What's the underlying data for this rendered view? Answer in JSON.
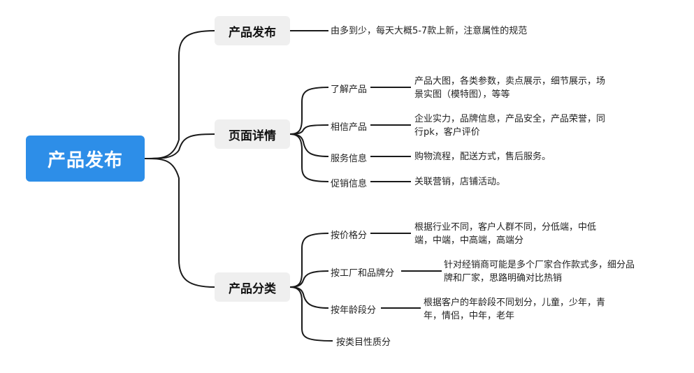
{
  "root": {
    "label": "产品发布"
  },
  "branches": [
    {
      "label": "产品发布",
      "text": "由多到少，每天大概5-7款上新，注意属性的规范"
    },
    {
      "label": "页面详情",
      "children": [
        {
          "label": "了解产品",
          "text": [
            "产品大图，各类参数，卖点展示，细节展示，场",
            "景实图（模特图），等等"
          ]
        },
        {
          "label": "相信产品",
          "text": [
            "企业实力，品牌信息，产品安全，产品荣誉，同",
            "行pk，客户评价"
          ]
        },
        {
          "label": "服务信息",
          "text": [
            "购物流程，配送方式，售后服务。"
          ]
        },
        {
          "label": "促销信息",
          "text": [
            "关联营销，店铺活动。"
          ]
        }
      ]
    },
    {
      "label": "产品分类",
      "children": [
        {
          "label": "按价格分",
          "text": [
            "根据行业不同，客户人群不同，分低端，中低",
            "端，中端，中高端，高端分"
          ]
        },
        {
          "label": "按工厂和品牌分",
          "text": [
            "针对经销商可能是多个厂家合作款式多，细分品",
            "牌和厂家，思路明确对比热销"
          ]
        },
        {
          "label": "按年龄段分",
          "text": [
            "根据客户的年龄段不同划分，儿童，少年，青",
            "年，情侣，中年，老年"
          ]
        },
        {
          "label": "按类目性质分"
        }
      ]
    }
  ]
}
